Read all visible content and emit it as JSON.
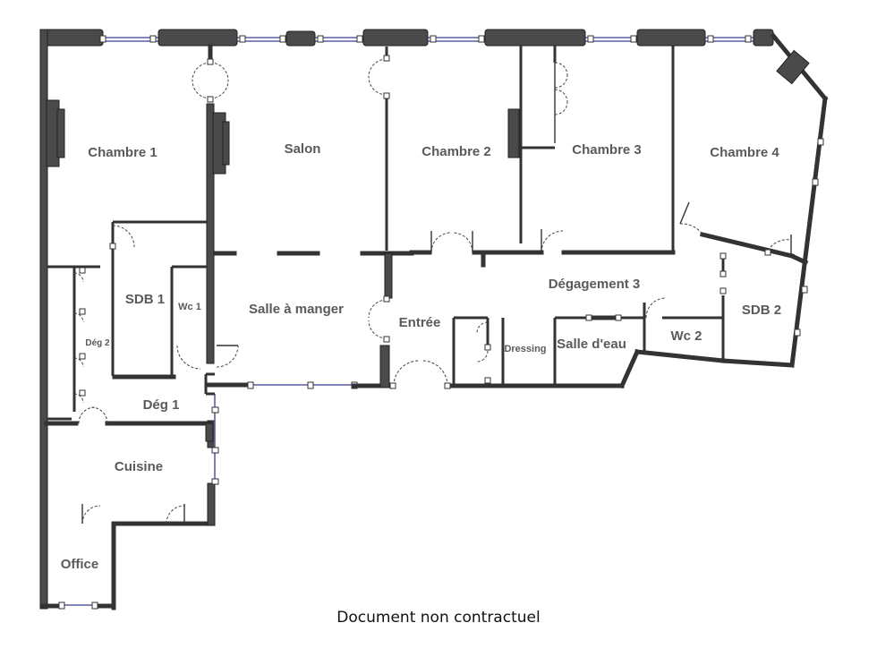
{
  "plan": {
    "rooms": {
      "chambre1": "Chambre 1",
      "salon": "Salon",
      "chambre2": "Chambre 2",
      "chambre3": "Chambre 3",
      "chambre4": "Chambre 4",
      "sdb1": "SDB 1",
      "wc1": "Wc 1",
      "salle_a_manger": "Salle à manger",
      "degagement3": "Dégagement 3",
      "sdb2": "SDB 2",
      "deg2": "Dég 2",
      "entree": "Entrée",
      "dressing": "Dressing",
      "salle_deau": "Salle d'eau",
      "wc2": "Wc 2",
      "deg1": "Dég 1",
      "cuisine": "Cuisine",
      "office": "Office"
    },
    "disclaimer": "Document non contractuel"
  }
}
